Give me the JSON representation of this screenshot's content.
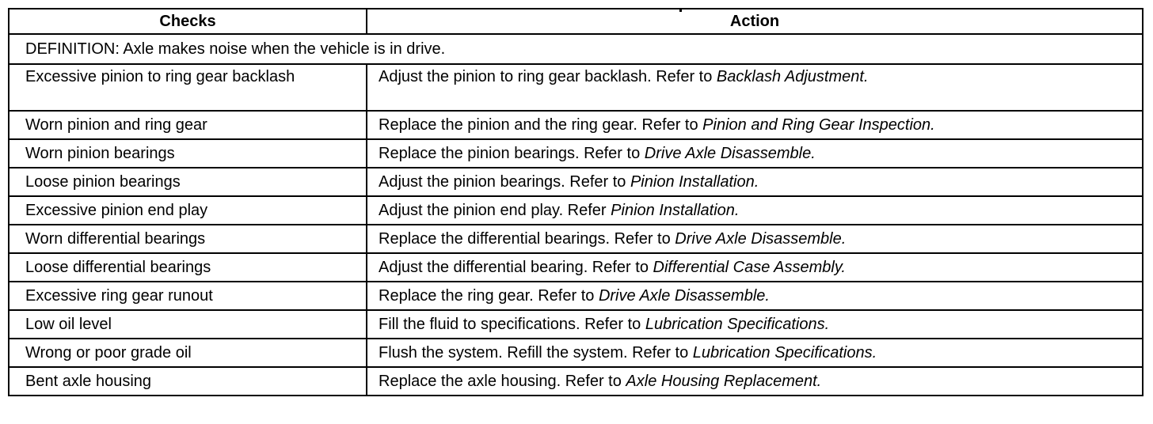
{
  "table": {
    "headers": {
      "checks": "Checks",
      "action": "Action"
    },
    "definition": "DEFINITION: Axle makes noise when the vehicle is in drive.",
    "rows": [
      {
        "check": "Excessive pinion to ring gear backlash",
        "action": "Adjust the pinion to ring gear backlash. Refer to ",
        "ref": "Backlash Adjustment."
      },
      {
        "check": "Worn pinion and ring gear",
        "action": "Replace the pinion and the ring gear. Refer to ",
        "ref": "Pinion and Ring Gear Inspection."
      },
      {
        "check": "Worn pinion bearings",
        "action": "Replace the pinion bearings. Refer to ",
        "ref": "Drive Axle Disassemble."
      },
      {
        "check": "Loose pinion bearings",
        "action": "Adjust the pinion bearings. Refer to ",
        "ref": "Pinion Installation."
      },
      {
        "check": "Excessive pinion end play",
        "action": "Adjust the pinion end play. Refer ",
        "ref": "Pinion Installation."
      },
      {
        "check": "Worn differential bearings",
        "action": "Replace the differential bearings. Refer to ",
        "ref": "Drive Axle Disassemble."
      },
      {
        "check": "Loose differential bearings",
        "action": "Adjust the differential bearing. Refer to ",
        "ref": "Differential Case Assembly."
      },
      {
        "check": "Excessive ring gear runout",
        "action": "Replace the ring gear. Refer to ",
        "ref": "Drive Axle Disassemble."
      },
      {
        "check": "Low oil level",
        "action": "Fill the fluid to specifications. Refer to ",
        "ref": "Lubrication Specifications."
      },
      {
        "check": "Wrong or poor grade oil",
        "action": "Flush the system. Refill the system. Refer to ",
        "ref": "Lubrication Specifications."
      },
      {
        "check": "Bent axle housing",
        "action": "Replace the axle housing. Refer to ",
        "ref": "Axle Housing Replacement."
      }
    ]
  }
}
